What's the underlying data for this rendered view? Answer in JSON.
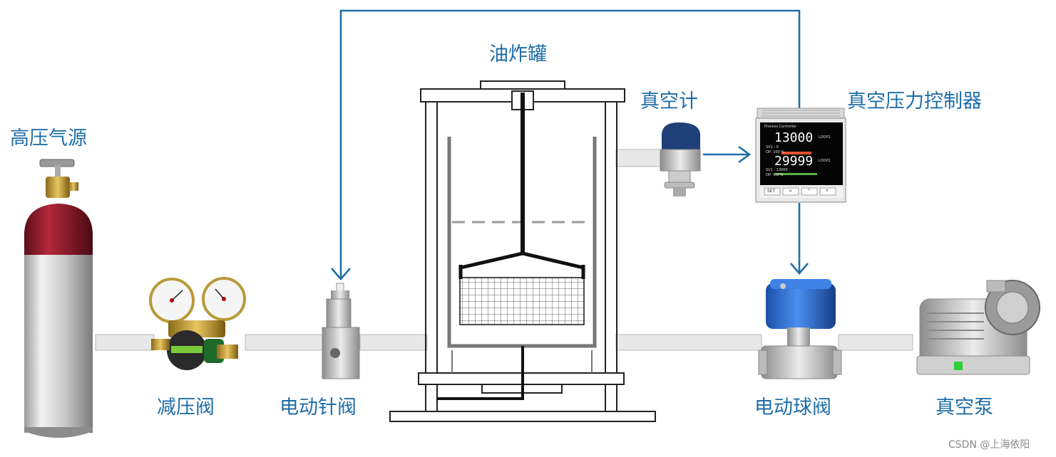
{
  "labels": {
    "gas_source": "高压气源",
    "regulator": "减压阀",
    "needle_valve": "电动针阀",
    "fryer_tank": "油炸罐",
    "vacuum_gauge": "真空计",
    "pressure_controller": "真空压力控制器",
    "ball_valve": "电动球阀",
    "vacuum_pump": "真空泵"
  },
  "controller_display": {
    "header": "Process Controller",
    "pv1": "13000",
    "loop1": "LOOP1",
    "pv2": "29999",
    "loop2": "LOOP2",
    "sv1": "SV1 : 0",
    "op1": "OP: 100 %",
    "sv2": "SV1 : 13000",
    "op2": "OP: 0.0 %",
    "btn_set": "SET",
    "btn_right": ">",
    "btn_up1": "^",
    "btn_down": "v"
  },
  "watermark": "CSDN @上海依阳",
  "colors": {
    "accent": "#1f6ea8",
    "pipe": "#e6e6e6",
    "frame": "#222222",
    "cylinder_top": "#8a1a2a",
    "valve_blue": "#2f6fd0"
  },
  "icons": {
    "gas_cylinder": "gas-cylinder-icon",
    "regulator": "pressure-regulator-icon",
    "needle_valve": "needle-valve-icon",
    "vacuum_gauge": "vacuum-gauge-icon",
    "controller": "pressure-controller-icon",
    "ball_valve": "ball-valve-icon",
    "vacuum_pump": "vacuum-pump-icon"
  }
}
